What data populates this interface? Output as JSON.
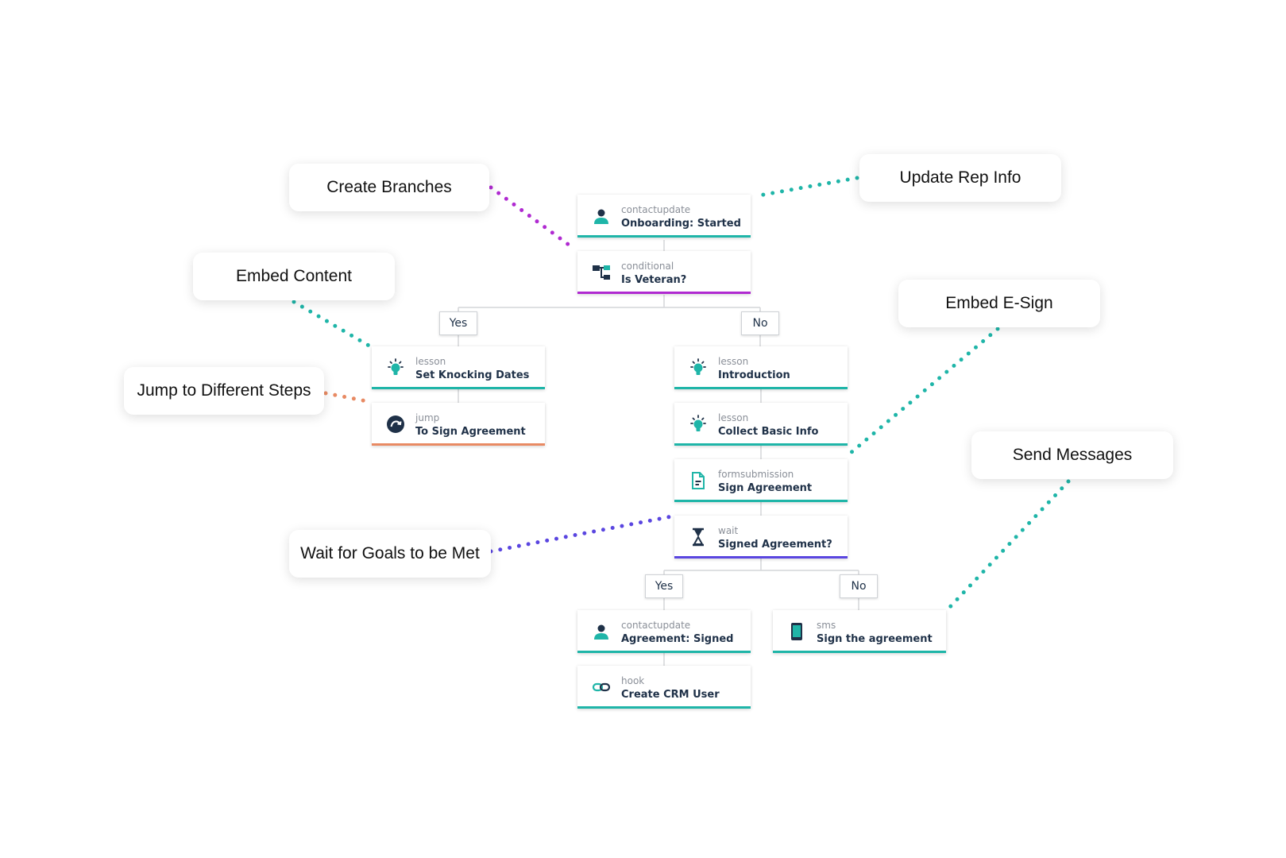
{
  "nodes": [
    {
      "id": "n1",
      "type": "contactupdate",
      "title": "Onboarding: Started",
      "icon": "person-icon"
    },
    {
      "id": "n2",
      "type": "conditional",
      "title": "Is Veteran?",
      "icon": "branch-icon"
    },
    {
      "id": "n3",
      "type": "lesson",
      "title": "Set Knocking Dates",
      "icon": "lightbulb-icon"
    },
    {
      "id": "n4",
      "type": "jump",
      "title": "To Sign Agreement",
      "icon": "jump-icon"
    },
    {
      "id": "n5",
      "type": "lesson",
      "title": "Introduction",
      "icon": "lightbulb-icon"
    },
    {
      "id": "n6",
      "type": "lesson",
      "title": "Collect Basic Info",
      "icon": "lightbulb-icon"
    },
    {
      "id": "n7",
      "type": "formsubmission",
      "title": "Sign Agreement",
      "icon": "document-icon"
    },
    {
      "id": "n8",
      "type": "wait",
      "title": "Signed Agreement?",
      "icon": "hourglass-icon"
    },
    {
      "id": "n9",
      "type": "contactupdate",
      "title": "Agreement: Signed",
      "icon": "person-icon"
    },
    {
      "id": "n10",
      "type": "sms",
      "title": "Sign the agreement",
      "icon": "phone-icon"
    },
    {
      "id": "n11",
      "type": "hook",
      "title": "Create CRM User",
      "icon": "link-icon"
    }
  ],
  "branches": {
    "veteran_yes": "Yes",
    "veteran_no": "No",
    "signed_yes": "Yes",
    "signed_no": "No"
  },
  "callouts": [
    {
      "id": "c1",
      "label": "Create Branches"
    },
    {
      "id": "c2",
      "label": "Update Rep Info"
    },
    {
      "id": "c3",
      "label": "Embed Content"
    },
    {
      "id": "c4",
      "label": "Embed E-Sign"
    },
    {
      "id": "c5",
      "label": "Jump to Different Steps"
    },
    {
      "id": "c6",
      "label": "Send Messages"
    },
    {
      "id": "c7",
      "label": "Wait for Goals to be Met"
    }
  ],
  "colors": {
    "teal": "#1fb5a8",
    "navy": "#1f3148",
    "purple": "#b02ad1",
    "orange": "#e88a63",
    "indigo": "#5a46e0"
  }
}
